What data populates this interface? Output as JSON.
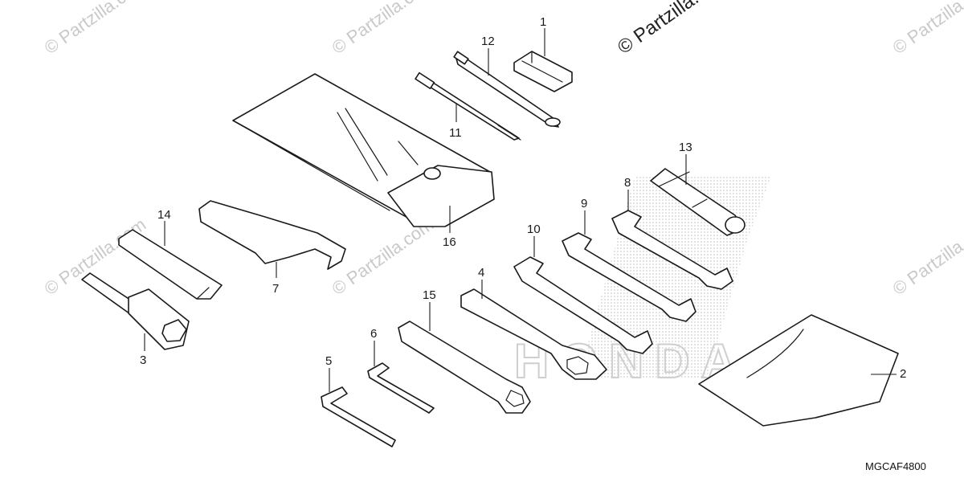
{
  "watermark": {
    "repeat_text": "© Partzilla.com",
    "copyright_text": "© Partzilla.com"
  },
  "diagram_code": "MGCAF4800",
  "background_logo_text": "HONDA",
  "callouts": [
    {
      "id": "1",
      "label": "1"
    },
    {
      "id": "2",
      "label": "2"
    },
    {
      "id": "3",
      "label": "3"
    },
    {
      "id": "4",
      "label": "4"
    },
    {
      "id": "5",
      "label": "5"
    },
    {
      "id": "6",
      "label": "6"
    },
    {
      "id": "7",
      "label": "7"
    },
    {
      "id": "8",
      "label": "8"
    },
    {
      "id": "9",
      "label": "9"
    },
    {
      "id": "10",
      "label": "10"
    },
    {
      "id": "11",
      "label": "11"
    },
    {
      "id": "12",
      "label": "12"
    },
    {
      "id": "13",
      "label": "13"
    },
    {
      "id": "14",
      "label": "14"
    },
    {
      "id": "15",
      "label": "15"
    },
    {
      "id": "16",
      "label": "16"
    }
  ]
}
